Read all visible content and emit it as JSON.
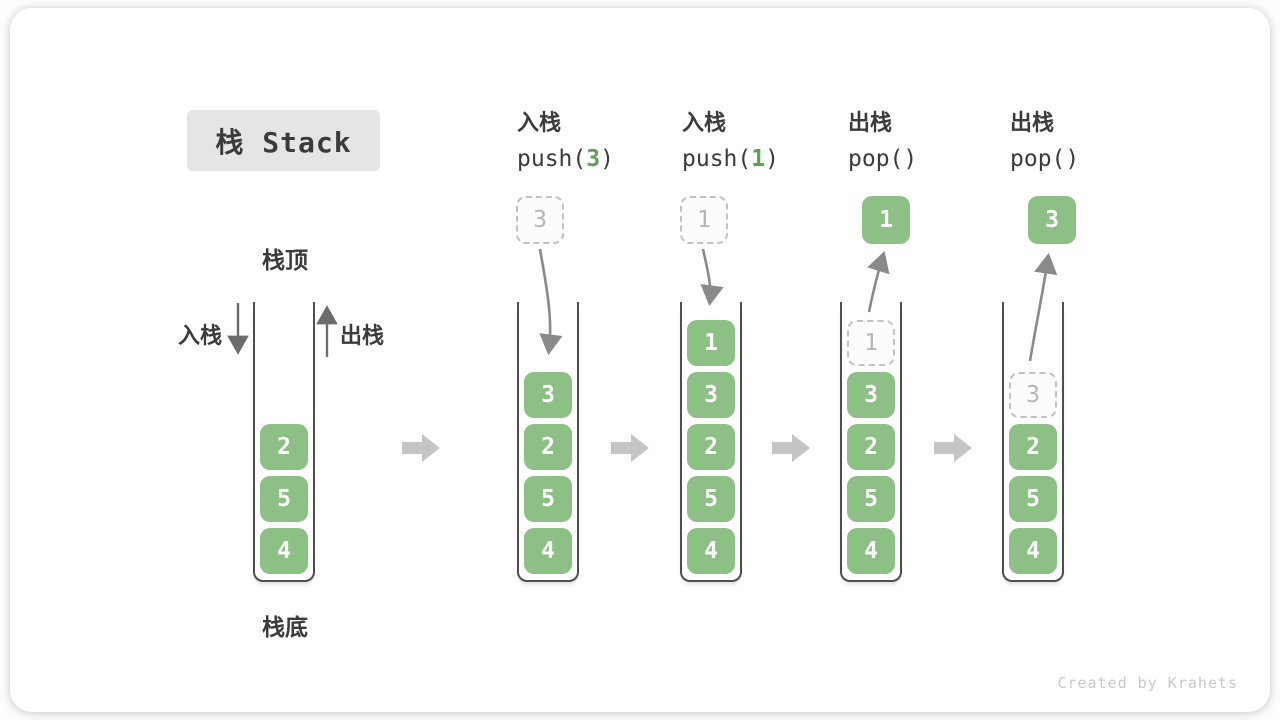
{
  "title": {
    "label": "栈 Stack"
  },
  "anatomy": {
    "stack_top": "栈顶",
    "stack_bottom": "栈底",
    "push_label": "入栈",
    "pop_label": "出栈"
  },
  "operations": [
    {
      "name": "入栈",
      "code": [
        {
          "t": "push("
        },
        {
          "t": "3"
        },
        {
          "t": ")"
        }
      ]
    },
    {
      "name": "入栈",
      "code": [
        {
          "t": "push("
        },
        {
          "t": "1"
        },
        {
          "t": ")"
        }
      ]
    },
    {
      "name": "出栈",
      "code": [
        {
          "t": "pop()"
        }
      ]
    },
    {
      "name": "出栈",
      "code": [
        {
          "t": "pop()"
        }
      ]
    }
  ],
  "stacks": [
    {
      "id": "initial",
      "items": [
        {
          "value": "2"
        },
        {
          "value": "5"
        },
        {
          "value": "4"
        }
      ]
    },
    {
      "id": "after-push-3",
      "float": {
        "value": "3",
        "style": "dashed"
      },
      "items": [
        {
          "value": "3"
        },
        {
          "value": "2"
        },
        {
          "value": "5"
        },
        {
          "value": "4"
        }
      ]
    },
    {
      "id": "after-push-1",
      "float": {
        "value": "1",
        "style": "dashed"
      },
      "items": [
        {
          "value": "1"
        },
        {
          "value": "3"
        },
        {
          "value": "2"
        },
        {
          "value": "5"
        },
        {
          "value": "4"
        }
      ]
    },
    {
      "id": "after-pop-1",
      "float": {
        "value": "1",
        "style": "solid"
      },
      "items": [
        {
          "value": "1",
          "style": "dashed"
        },
        {
          "value": "3"
        },
        {
          "value": "2"
        },
        {
          "value": "5"
        },
        {
          "value": "4"
        }
      ]
    },
    {
      "id": "after-pop-3",
      "float": {
        "value": "3",
        "style": "solid"
      },
      "items": [
        {
          "value": "3",
          "style": "dashed"
        },
        {
          "value": "2"
        },
        {
          "value": "5"
        },
        {
          "value": "4"
        }
      ]
    }
  ],
  "watermark": "Created by Krahets",
  "colors": {
    "green": "#8CC084",
    "code-green": "#5BA353",
    "dark": "#3B3B3B",
    "tube": "#4E4E4E",
    "curve-gray": "#8A8A8A",
    "side-arrow": "#6B6B6B",
    "block-arrow": "#C5C5C5",
    "dashed-border": "#C2C2C2",
    "dashed-text": "#B5B5B5",
    "title-bg": "#E5E5E6",
    "watermark": "#C9C9C9"
  }
}
